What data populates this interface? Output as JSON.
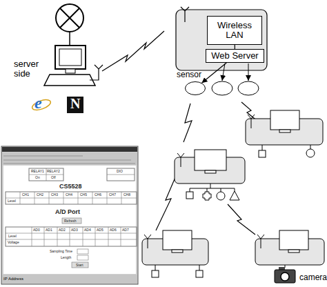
{
  "diagram": {
    "nodes": [
      {
        "text": [
          "Wireless LAN"
        ]
      },
      {
        "text": [
          "Web Server"
        ]
      },
      {
        "text": [
          "sensor"
        ]
      }
    ],
    "edges": [
      {
        "from": 0,
        "to": 1,
        "arrow": "none"
      },
      {
        "from": 1,
        "to": 2,
        "arrow": "to"
      }
    ],
    "labels": [
      "server side",
      "e",
      "N",
      "RELAY1",
      "RELAY2",
      "On",
      "Off",
      "DIO",
      "CS5528",
      "CH1",
      "CH2",
      "CH3",
      "CH4",
      "CH5",
      "CH6",
      "CH7",
      "CH8",
      "Level",
      "A/D Port",
      "Refresh",
      "AD0",
      "AD1",
      "AD2",
      "AD3",
      "AD4",
      "AD5",
      "AD6",
      "AD7",
      "Level",
      "Voltage",
      "Sampling Time",
      "Length",
      "Start",
      "IP Address",
      "camera"
    ]
  }
}
